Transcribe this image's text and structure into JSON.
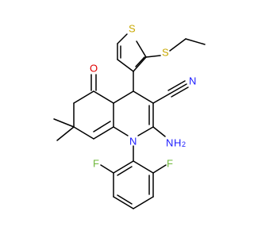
{
  "atoms": {
    "S_ring": {
      "text": "S",
      "color": "#c8a800"
    },
    "S_thio": {
      "text": "S",
      "color": "#c8a800"
    },
    "O": {
      "text": "O",
      "color": "#e00000"
    },
    "N_nitrile": {
      "text": "N",
      "color": "#1a1aff"
    },
    "N_amino": {
      "text": "N",
      "color": "#1a1aff"
    },
    "H_amino": {
      "text": "H",
      "color": "#1a1aff"
    },
    "H_sub": {
      "text": "2",
      "color": "#1a1aff"
    },
    "N_ring": {
      "text": "N",
      "color": "#1a1aff"
    },
    "F_left": {
      "text": "F",
      "color": "#6fb83c"
    },
    "F_right": {
      "text": "F",
      "color": "#6fb83c"
    }
  },
  "colors": {
    "bond": "#000000",
    "background": "#ffffff"
  }
}
